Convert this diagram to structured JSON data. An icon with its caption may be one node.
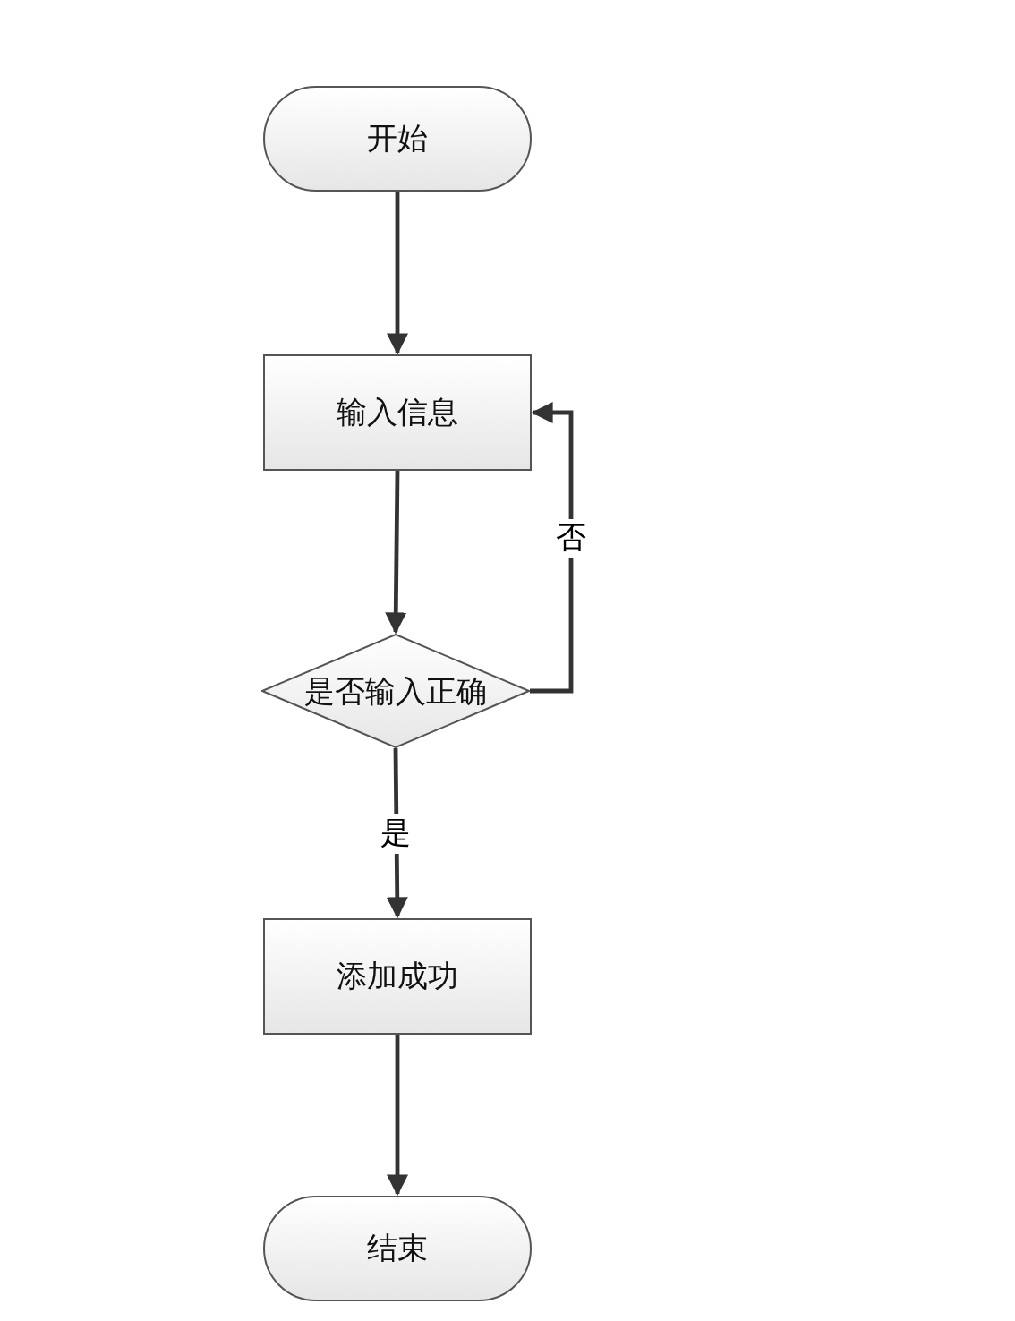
{
  "diagram": {
    "nodes": [
      {
        "text": [
          "开始"
        ]
      },
      {
        "text": [
          "输入信息"
        ]
      },
      {
        "text": [
          "是否输入正确"
        ]
      },
      {
        "text": [
          "添加成功"
        ]
      },
      {
        "text": [
          "结束"
        ]
      }
    ],
    "edges": [
      {
        "from": 0,
        "to": 1,
        "arrow": "to"
      },
      {
        "from": 1,
        "to": 2,
        "arrow": "to"
      },
      {
        "from": 2,
        "to": 1,
        "arrow": "to",
        "label": "否"
      },
      {
        "from": 2,
        "to": 3,
        "arrow": "to",
        "label": "是"
      },
      {
        "from": 3,
        "to": 4,
        "arrow": "to"
      }
    ]
  }
}
